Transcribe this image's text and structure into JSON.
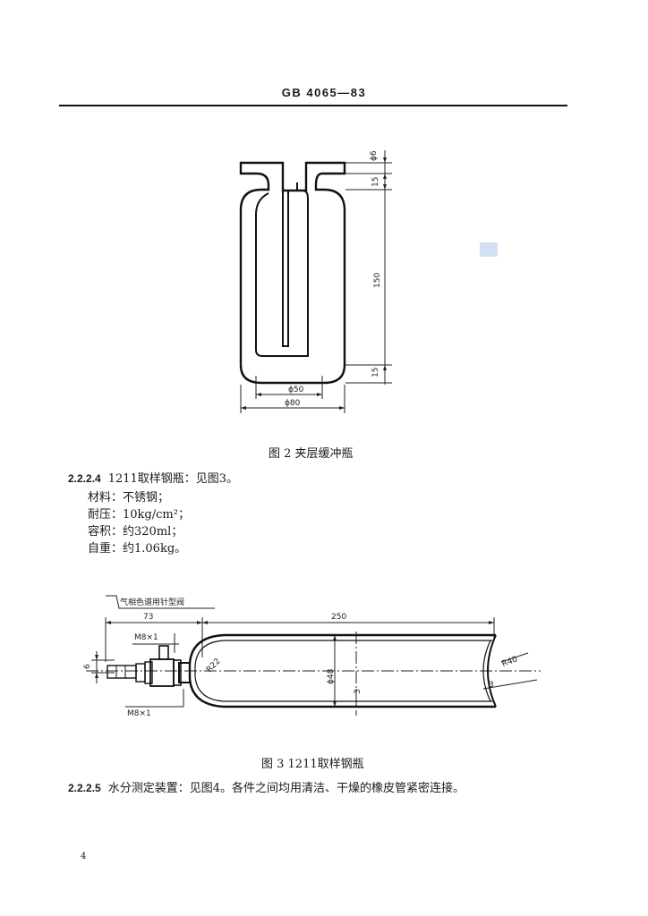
{
  "header": {
    "standard_code": "GB 4065—83"
  },
  "figure2": {
    "caption": "图 2   夹层缓冲瓶",
    "dims": {
      "tube_diameter": "ϕ6",
      "top_height": "15",
      "body_height": "150",
      "bottom_height": "15",
      "inner_diameter": "ϕ50",
      "outer_diameter": "ϕ80"
    }
  },
  "section_224": {
    "number": "2.2.2.4",
    "title": "1211取样钢瓶：见图3。",
    "lines": [
      "材料：不锈钢；",
      "耐压：10kg/cm²；",
      "容积：约320ml；",
      "自重：约1.06kg。"
    ]
  },
  "figure3": {
    "caption": "图 3   1211取样钢瓶",
    "labels": {
      "valve_note": "气相色谱用针型阀",
      "length_left": "73",
      "length_total": "250",
      "thread_top": "M8×1",
      "thread_bottom": "M8×1",
      "nozzle_dia": "6",
      "radius_left": "R22",
      "radius_right": "R40",
      "bottle_dia": "ϕ48",
      "wall_inner": "3",
      "wall_right": "3"
    }
  },
  "section_225": {
    "number": "2.2.2.5",
    "text": "水分测定装置：见图4。各件之间均用清洁、干燥的橡皮管紧密连接。"
  },
  "page_number": "4"
}
